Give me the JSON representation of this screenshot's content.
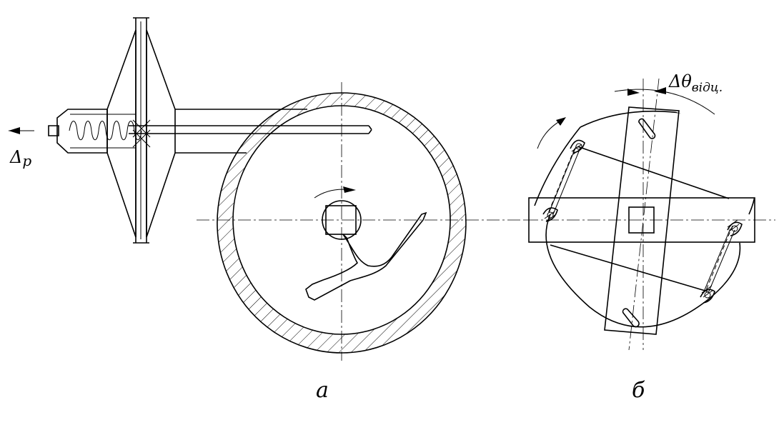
{
  "labels": {
    "delta_p": "Δ",
    "delta_p_sub": "р",
    "delta_theta": "Δθ",
    "delta_theta_sub": "відц.",
    "view_a": "а",
    "view_b": "б"
  }
}
